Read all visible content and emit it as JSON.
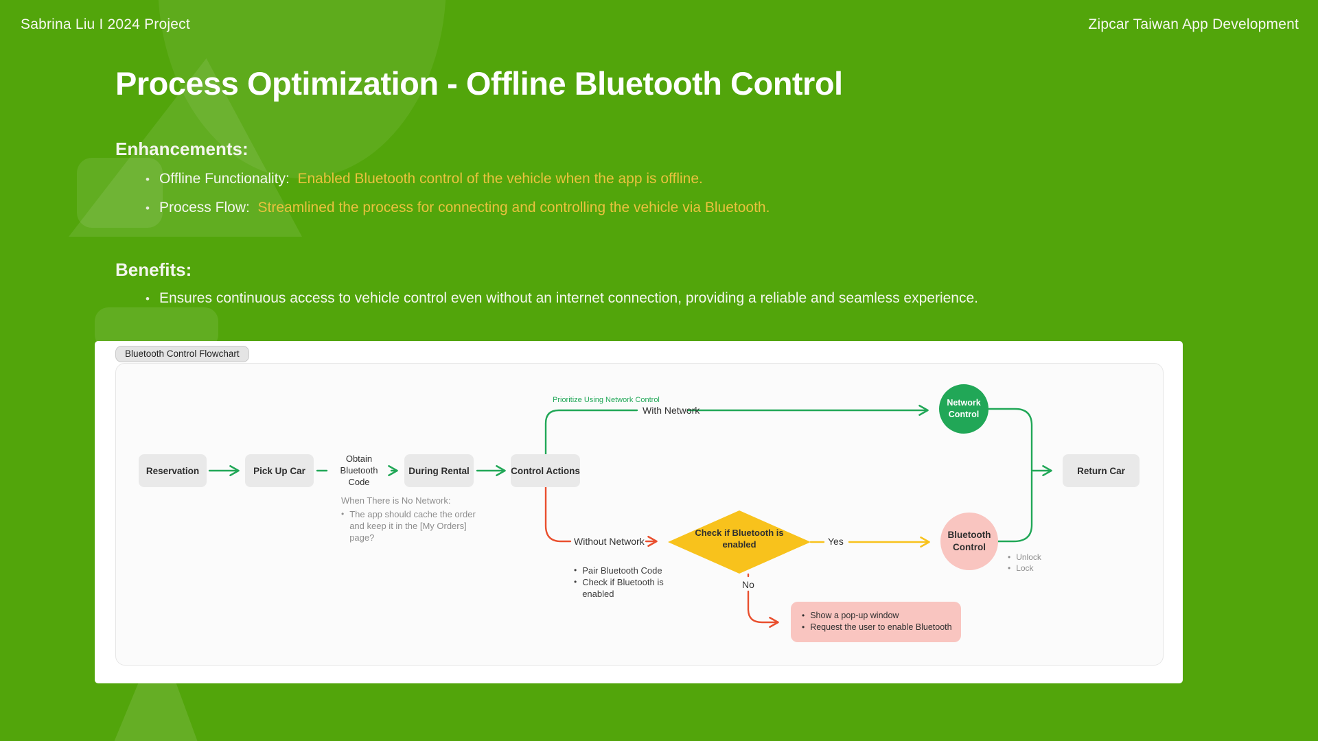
{
  "header": {
    "left": "Sabrina Liu I 2024 Project",
    "right": "Zipcar Taiwan App Development"
  },
  "title": "Process Optimization - Offline Bluetooth Control",
  "enhancements": {
    "heading": "Enhancements:",
    "items": [
      {
        "label": "Offline Functionality:",
        "detail": "Enabled Bluetooth control of the vehicle when the app is offline."
      },
      {
        "label": "Process Flow:",
        "detail": "Streamlined the process for connecting and controlling the vehicle via Bluetooth."
      }
    ]
  },
  "benefits": {
    "heading": "Benefits:",
    "items": [
      "Ensures continuous access to vehicle control even without an internet connection, providing a reliable and seamless experience."
    ]
  },
  "flowchart": {
    "tab_label": "Bluetooth Control Flowchart",
    "boxes": {
      "reservation": "Reservation",
      "pick_up_car": "Pick Up Car",
      "during_rental": "During Rental",
      "control_actions": "Control Actions",
      "return_car": "Return Car"
    },
    "circles": {
      "network_control": {
        "line1": "Network",
        "line2": "Control"
      },
      "bluetooth_control": {
        "line1": "Bluetooth",
        "line2": "Control"
      }
    },
    "decision": {
      "line1": "Check if Bluetooth is",
      "line2": "enabled"
    },
    "edge_labels": {
      "obtain_code": {
        "line1": "Obtain",
        "line2": "Bluetooth",
        "line3": "Code"
      },
      "prioritize": "Prioritize Using Network Control",
      "with_network": "With Network",
      "without_network": "Without Network",
      "yes": "Yes",
      "no": "No"
    },
    "notes": {
      "no_network": {
        "title": "When There is No Network:",
        "bullet": "The app should cache the order and keep it in the [My Orders] page?"
      },
      "bluetooth_steps": {
        "bullets": [
          "Pair Bluetooth Code",
          "Check if Bluetooth is enabled"
        ]
      },
      "control_options": {
        "bullets": [
          "Unlock",
          "Lock"
        ]
      },
      "popup": {
        "bullets": [
          "Show a pop-up window",
          "Request the user to enable Bluetooth"
        ]
      }
    }
  },
  "colors": {
    "background_green": "#52a50b",
    "accent_yellow": "#e9c23e",
    "flow_green": "#21a757",
    "flow_red": "#e94f2e",
    "flow_yellow": "#f8c21c",
    "flow_pink": "#f9c5c0",
    "node_gray": "#e9e9e9"
  }
}
